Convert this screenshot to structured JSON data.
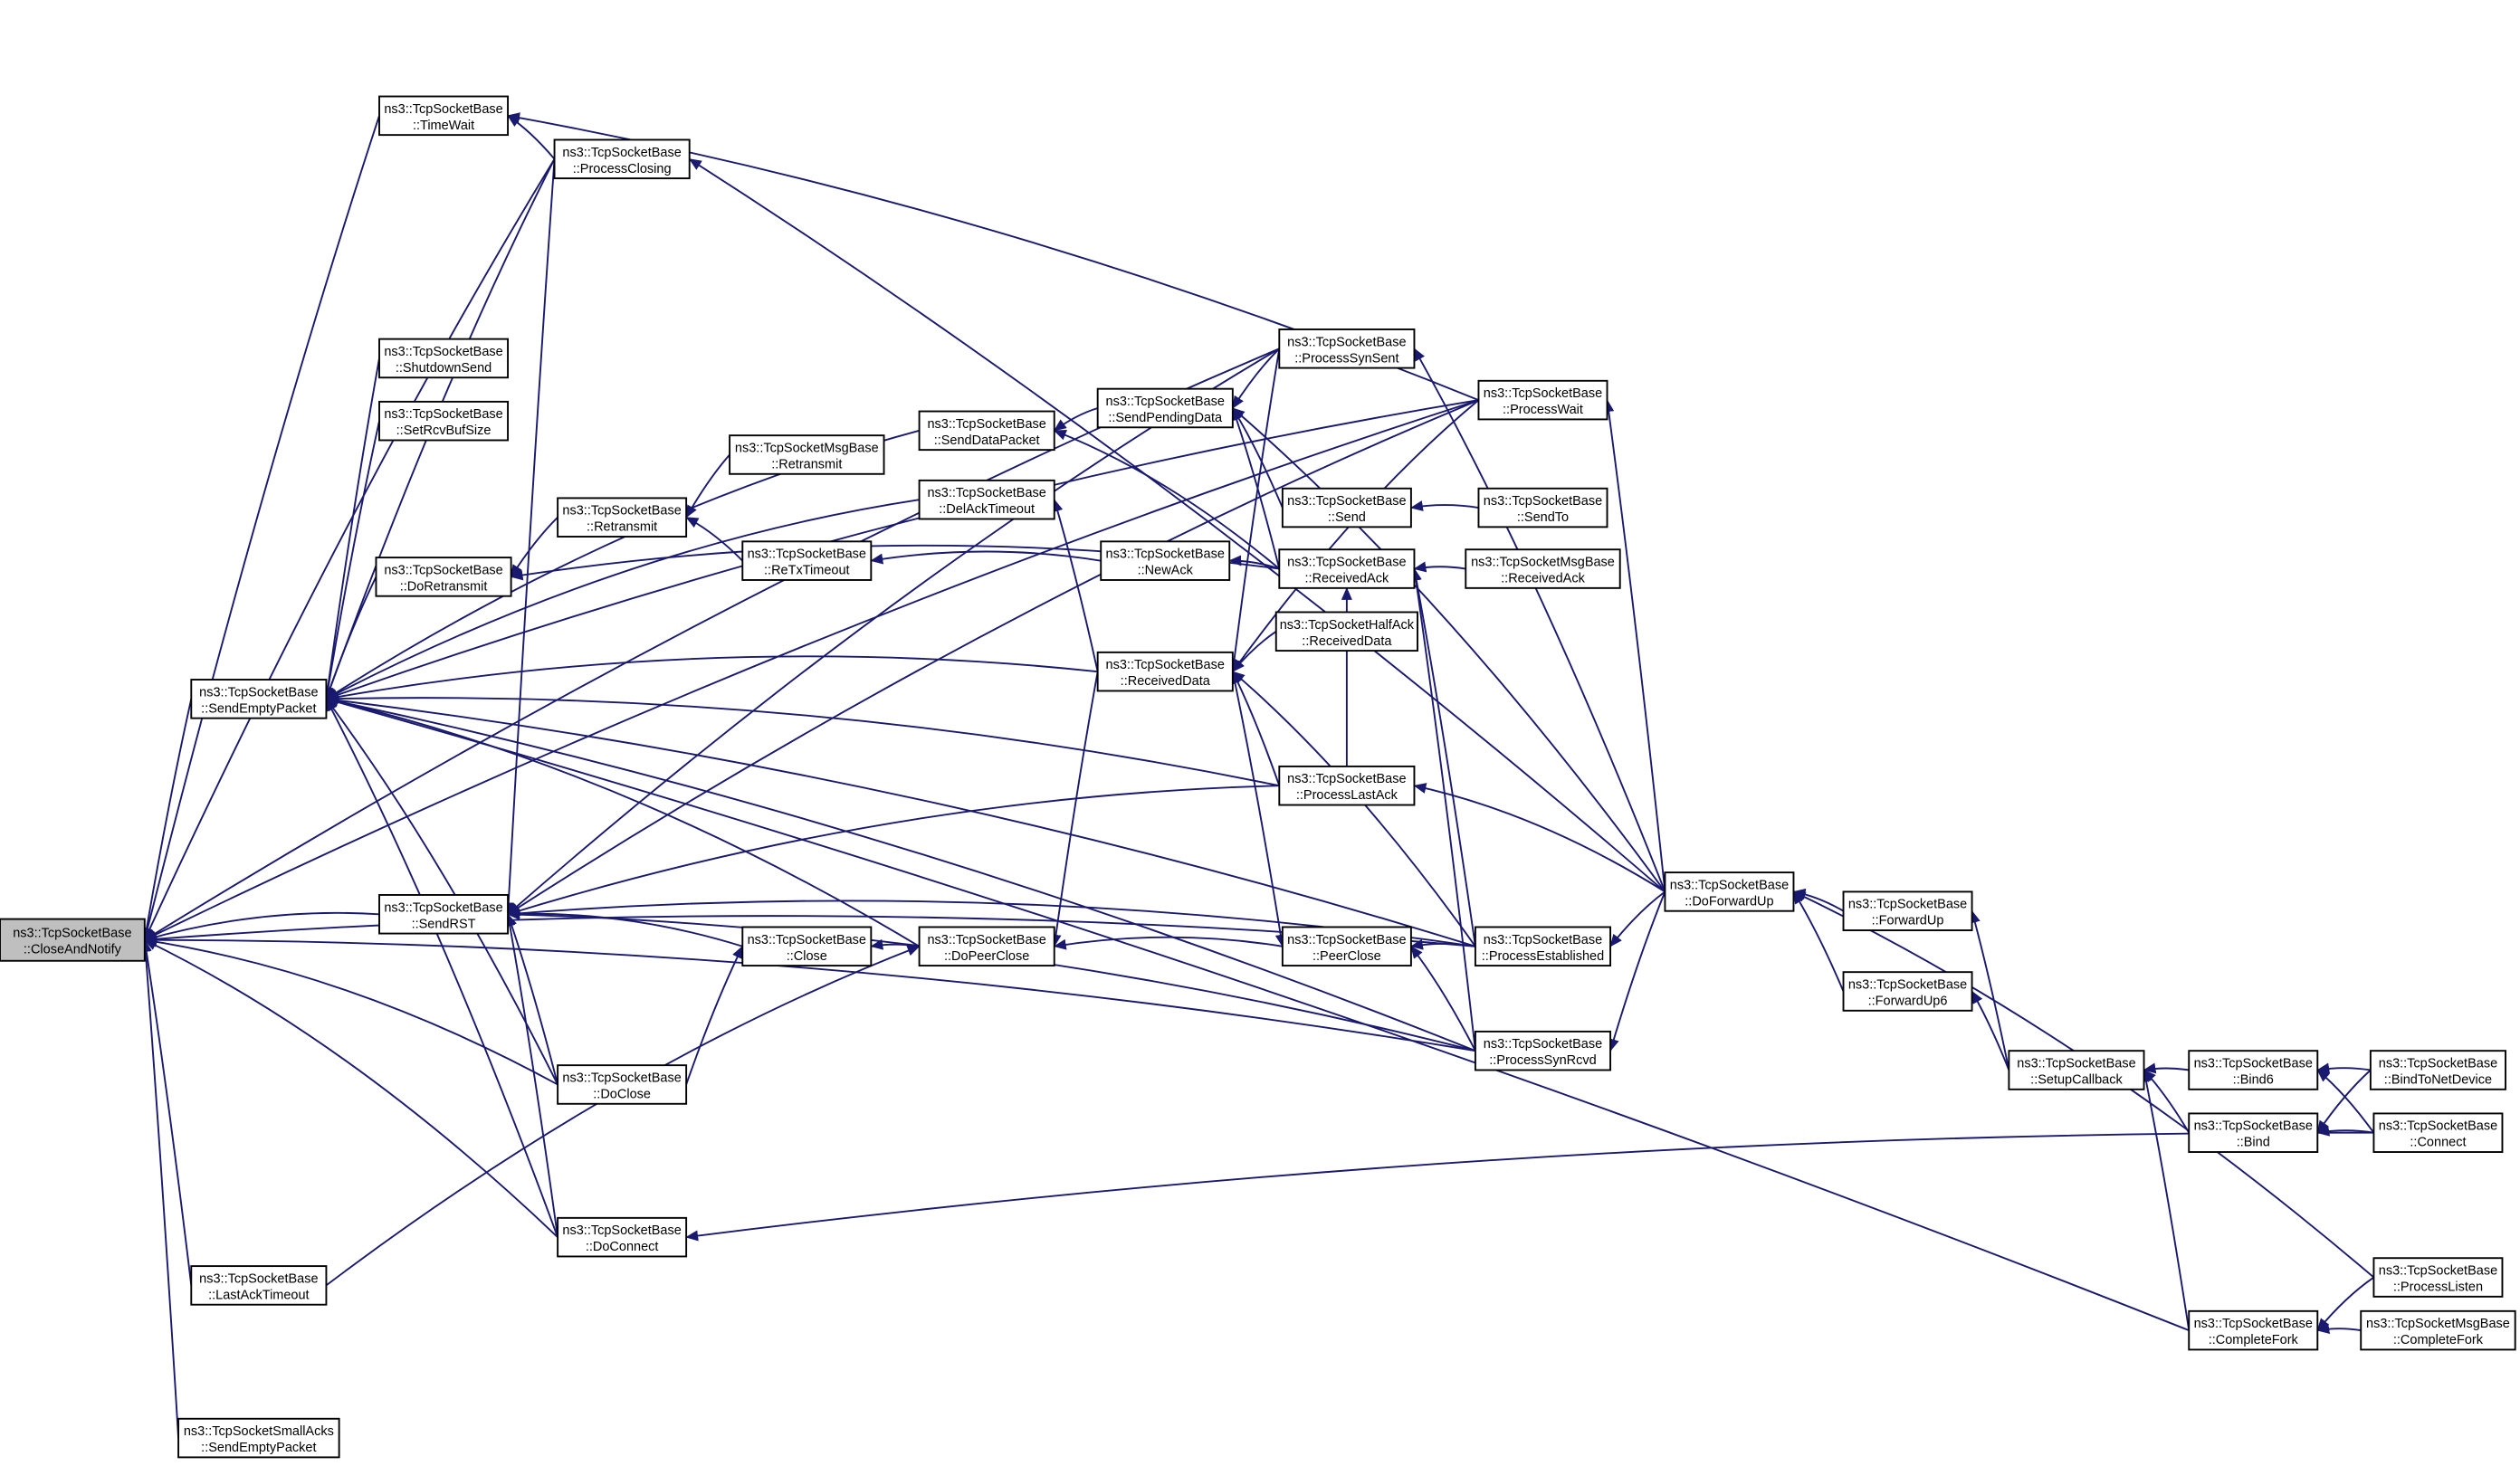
{
  "diagram": {
    "nodes": [
      {
        "id": "closeAndNotify",
        "lines": [
          "ns3::TcpSocketBase",
          "::CloseAndNotify"
        ],
        "root": true
      },
      {
        "id": "timeWait",
        "lines": [
          "ns3::TcpSocketBase",
          "::TimeWait"
        ]
      },
      {
        "id": "processClosing",
        "lines": [
          "ns3::TcpSocketBase",
          "::ProcessClosing"
        ]
      },
      {
        "id": "shutdownSend",
        "lines": [
          "ns3::TcpSocketBase",
          "::ShutdownSend"
        ]
      },
      {
        "id": "setRcvBufSize",
        "lines": [
          "ns3::TcpSocketBase",
          "::SetRcvBufSize"
        ]
      },
      {
        "id": "retransmit",
        "lines": [
          "ns3::TcpSocketBase",
          "::Retransmit"
        ]
      },
      {
        "id": "msgRetransmit",
        "lines": [
          "ns3::TcpSocketMsgBase",
          "::Retransmit"
        ]
      },
      {
        "id": "doRetransmit",
        "lines": [
          "ns3::TcpSocketBase",
          "::DoRetransmit"
        ]
      },
      {
        "id": "sendEmptyPacket",
        "lines": [
          "ns3::TcpSocketBase",
          "::SendEmptyPacket"
        ]
      },
      {
        "id": "sendRST",
        "lines": [
          "ns3::TcpSocketBase",
          "::SendRST"
        ]
      },
      {
        "id": "doClose",
        "lines": [
          "ns3::TcpSocketBase",
          "::DoClose"
        ]
      },
      {
        "id": "doConnect",
        "lines": [
          "ns3::TcpSocketBase",
          "::DoConnect"
        ]
      },
      {
        "id": "lastAckTimeout",
        "lines": [
          "ns3::TcpSocketBase",
          "::LastAckTimeout"
        ]
      },
      {
        "id": "smallAcksSendEmpty",
        "lines": [
          "ns3::TcpSocketSmallAcks",
          "::SendEmptyPacket"
        ]
      },
      {
        "id": "sendDataPacket",
        "lines": [
          "ns3::TcpSocketBase",
          "::SendDataPacket"
        ]
      },
      {
        "id": "delAckTimeout",
        "lines": [
          "ns3::TcpSocketBase",
          "::DelAckTimeout"
        ]
      },
      {
        "id": "reTxTimeout",
        "lines": [
          "ns3::TcpSocketBase",
          "::ReTxTimeout"
        ]
      },
      {
        "id": "close",
        "lines": [
          "ns3::TcpSocketBase",
          "::Close"
        ]
      },
      {
        "id": "doPeerClose",
        "lines": [
          "ns3::TcpSocketBase",
          "::DoPeerClose"
        ]
      },
      {
        "id": "sendPendingData",
        "lines": [
          "ns3::TcpSocketBase",
          "::SendPendingData"
        ]
      },
      {
        "id": "newAck",
        "lines": [
          "ns3::TcpSocketBase",
          "::NewAck"
        ]
      },
      {
        "id": "receivedData",
        "lines": [
          "ns3::TcpSocketBase",
          "::ReceivedData"
        ]
      },
      {
        "id": "processSynSent",
        "lines": [
          "ns3::TcpSocketBase",
          "::ProcessSynSent"
        ]
      },
      {
        "id": "send",
        "lines": [
          "ns3::TcpSocketBase",
          "::Send"
        ]
      },
      {
        "id": "receivedAck",
        "lines": [
          "ns3::TcpSocketBase",
          "::ReceivedAck"
        ]
      },
      {
        "id": "halfAckReceivedData",
        "lines": [
          "ns3::TcpSocketHalfAck",
          "::ReceivedData"
        ]
      },
      {
        "id": "processLastAck",
        "lines": [
          "ns3::TcpSocketBase",
          "::ProcessLastAck"
        ]
      },
      {
        "id": "peerClose",
        "lines": [
          "ns3::TcpSocketBase",
          "::PeerClose"
        ]
      },
      {
        "id": "processWait",
        "lines": [
          "ns3::TcpSocketBase",
          "::ProcessWait"
        ]
      },
      {
        "id": "sendTo",
        "lines": [
          "ns3::TcpSocketBase",
          "::SendTo"
        ]
      },
      {
        "id": "msgReceivedAck",
        "lines": [
          "ns3::TcpSocketMsgBase",
          "::ReceivedAck"
        ]
      },
      {
        "id": "processEstablished",
        "lines": [
          "ns3::TcpSocketBase",
          "::ProcessEstablished"
        ]
      },
      {
        "id": "processSynRcvd",
        "lines": [
          "ns3::TcpSocketBase",
          "::ProcessSynRcvd"
        ]
      },
      {
        "id": "doForwardUp",
        "lines": [
          "ns3::TcpSocketBase",
          "::DoForwardUp"
        ]
      },
      {
        "id": "forwardUp",
        "lines": [
          "ns3::TcpSocketBase",
          "::ForwardUp"
        ]
      },
      {
        "id": "forwardUp6",
        "lines": [
          "ns3::TcpSocketBase",
          "::ForwardUp6"
        ]
      },
      {
        "id": "setupCallback",
        "lines": [
          "ns3::TcpSocketBase",
          "::SetupCallback"
        ]
      },
      {
        "id": "bind6",
        "lines": [
          "ns3::TcpSocketBase",
          "::Bind6"
        ]
      },
      {
        "id": "bind",
        "lines": [
          "ns3::TcpSocketBase",
          "::Bind"
        ]
      },
      {
        "id": "bindToNetDevice",
        "lines": [
          "ns3::TcpSocketBase",
          "::BindToNetDevice"
        ]
      },
      {
        "id": "connect",
        "lines": [
          "ns3::TcpSocketBase",
          "::Connect"
        ]
      },
      {
        "id": "processListen",
        "lines": [
          "ns3::TcpSocketBase",
          "::ProcessListen"
        ]
      },
      {
        "id": "completeFork",
        "lines": [
          "ns3::TcpSocketBase",
          "::CompleteFork"
        ]
      },
      {
        "id": "msgCompleteFork",
        "lines": [
          "ns3::TcpSocketMsgBase",
          "::CompleteFork"
        ]
      }
    ],
    "edges": [
      [
        "timeWait",
        "closeAndNotify"
      ],
      [
        "processClosing",
        "closeAndNotify"
      ],
      [
        "sendEmptyPacket",
        "closeAndNotify"
      ],
      [
        "sendRST",
        "closeAndNotify"
      ],
      [
        "doClose",
        "closeAndNotify"
      ],
      [
        "doConnect",
        "closeAndNotify"
      ],
      [
        "lastAckTimeout",
        "closeAndNotify"
      ],
      [
        "smallAcksSendEmpty",
        "closeAndNotify"
      ],
      [
        "processSynSent",
        "closeAndNotify"
      ],
      [
        "processWait",
        "closeAndNotify"
      ],
      [
        "processEstablished",
        "closeAndNotify"
      ],
      [
        "processSynRcvd",
        "closeAndNotify"
      ],
      [
        "processClosing",
        "timeWait"
      ],
      [
        "processWait",
        "timeWait"
      ],
      [
        "doForwardUp",
        "processClosing"
      ],
      [
        "processClosing",
        "sendEmptyPacket"
      ],
      [
        "shutdownSend",
        "sendEmptyPacket"
      ],
      [
        "setRcvBufSize",
        "sendEmptyPacket"
      ],
      [
        "doRetransmit",
        "sendEmptyPacket"
      ],
      [
        "sendDataPacket",
        "sendEmptyPacket"
      ],
      [
        "delAckTimeout",
        "sendEmptyPacket"
      ],
      [
        "receivedData",
        "sendEmptyPacket"
      ],
      [
        "processLastAck",
        "sendEmptyPacket"
      ],
      [
        "doPeerClose",
        "sendEmptyPacket"
      ],
      [
        "doClose",
        "sendEmptyPacket"
      ],
      [
        "doConnect",
        "sendEmptyPacket"
      ],
      [
        "processEstablished",
        "sendEmptyPacket"
      ],
      [
        "processSynRcvd",
        "sendEmptyPacket"
      ],
      [
        "processWait",
        "sendEmptyPacket"
      ],
      [
        "completeFork",
        "sendEmptyPacket"
      ],
      [
        "retransmit",
        "doRetransmit"
      ],
      [
        "receivedAck",
        "doRetransmit"
      ],
      [
        "msgRetransmit",
        "retransmit"
      ],
      [
        "reTxTimeout",
        "retransmit"
      ],
      [
        "newAck",
        "reTxTimeout"
      ],
      [
        "sendPendingData",
        "sendDataPacket"
      ],
      [
        "receivedAck",
        "sendDataPacket"
      ],
      [
        "processClosing",
        "sendRST"
      ],
      [
        "close",
        "sendRST"
      ],
      [
        "doClose",
        "sendRST"
      ],
      [
        "doConnect",
        "sendRST"
      ],
      [
        "processSynSent",
        "sendRST"
      ],
      [
        "processLastAck",
        "sendRST"
      ],
      [
        "processEstablished",
        "sendRST"
      ],
      [
        "processSynRcvd",
        "sendRST"
      ],
      [
        "processWait",
        "sendRST"
      ],
      [
        "doClose",
        "close"
      ],
      [
        "doPeerClose",
        "close"
      ],
      [
        "peerClose",
        "doPeerClose"
      ],
      [
        "receivedData",
        "doPeerClose"
      ],
      [
        "lastAckTimeout",
        "doPeerClose"
      ],
      [
        "connect",
        "doConnect"
      ],
      [
        "processSynSent",
        "sendPendingData"
      ],
      [
        "send",
        "sendPendingData"
      ],
      [
        "receivedAck",
        "sendPendingData"
      ],
      [
        "doForwardUp",
        "sendPendingData"
      ],
      [
        "receivedAck",
        "newAck"
      ],
      [
        "receivedData",
        "delAckTimeout"
      ],
      [
        "halfAckReceivedData",
        "receivedData"
      ],
      [
        "processLastAck",
        "receivedData"
      ],
      [
        "processEstablished",
        "receivedData"
      ],
      [
        "processWait",
        "receivedData"
      ],
      [
        "processSynSent",
        "receivedData"
      ],
      [
        "receivedData",
        "peerClose"
      ],
      [
        "processEstablished",
        "peerClose"
      ],
      [
        "processSynRcvd",
        "peerClose"
      ],
      [
        "sendTo",
        "send"
      ],
      [
        "msgReceivedAck",
        "receivedAck"
      ],
      [
        "processEstablished",
        "receivedAck"
      ],
      [
        "processSynRcvd",
        "receivedAck"
      ],
      [
        "processLastAck",
        "receivedAck"
      ],
      [
        "doForwardUp",
        "processLastAck"
      ],
      [
        "doForwardUp",
        "processWait"
      ],
      [
        "doForwardUp",
        "processSynSent"
      ],
      [
        "doForwardUp",
        "processEstablished"
      ],
      [
        "doForwardUp",
        "processSynRcvd"
      ],
      [
        "forwardUp",
        "doForwardUp"
      ],
      [
        "forwardUp6",
        "doForwardUp"
      ],
      [
        "processListen",
        "doForwardUp"
      ],
      [
        "setupCallback",
        "forwardUp"
      ],
      [
        "setupCallback",
        "forwardUp6"
      ],
      [
        "bind6",
        "setupCallback"
      ],
      [
        "bind",
        "setupCallback"
      ],
      [
        "completeFork",
        "setupCallback"
      ],
      [
        "bindToNetDevice",
        "bind6"
      ],
      [
        "connect",
        "bind6"
      ],
      [
        "bindToNetDevice",
        "bind"
      ],
      [
        "connect",
        "bind"
      ],
      [
        "processListen",
        "completeFork"
      ],
      [
        "msgCompleteFork",
        "completeFork"
      ]
    ]
  }
}
